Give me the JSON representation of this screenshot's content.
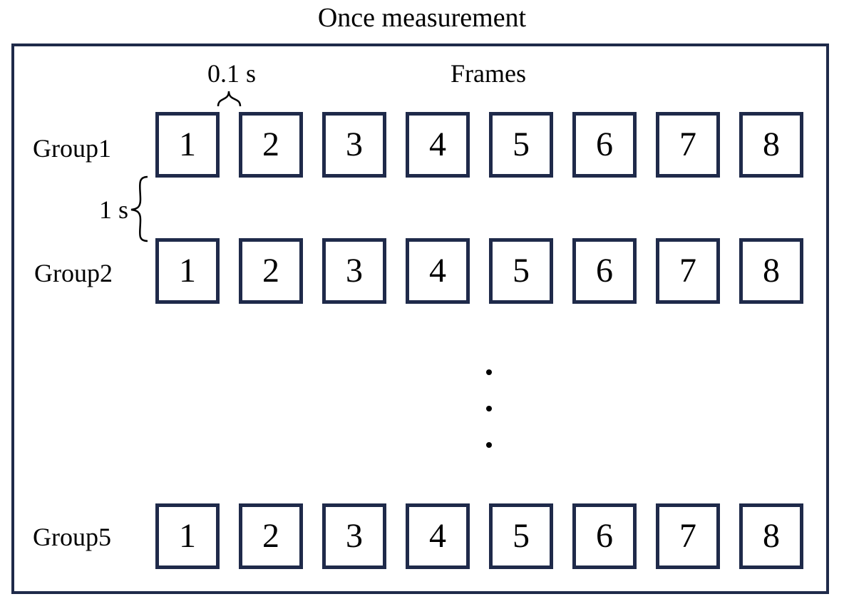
{
  "title": "Once measurement",
  "frames_label": "Frames",
  "frame_interval_label": "0.1 s",
  "group_interval_label": "1 s",
  "groups": [
    {
      "label": "Group1",
      "frames": [
        "1",
        "2",
        "3",
        "4",
        "5",
        "6",
        "7",
        "8"
      ]
    },
    {
      "label": "Group2",
      "frames": [
        "1",
        "2",
        "3",
        "4",
        "5",
        "6",
        "7",
        "8"
      ]
    },
    {
      "label": "Group5",
      "frames": [
        "1",
        "2",
        "3",
        "4",
        "5",
        "6",
        "7",
        "8"
      ]
    }
  ],
  "colors": {
    "box_stroke": "#1f2a4a",
    "text": "#000000",
    "background": "#ffffff"
  }
}
